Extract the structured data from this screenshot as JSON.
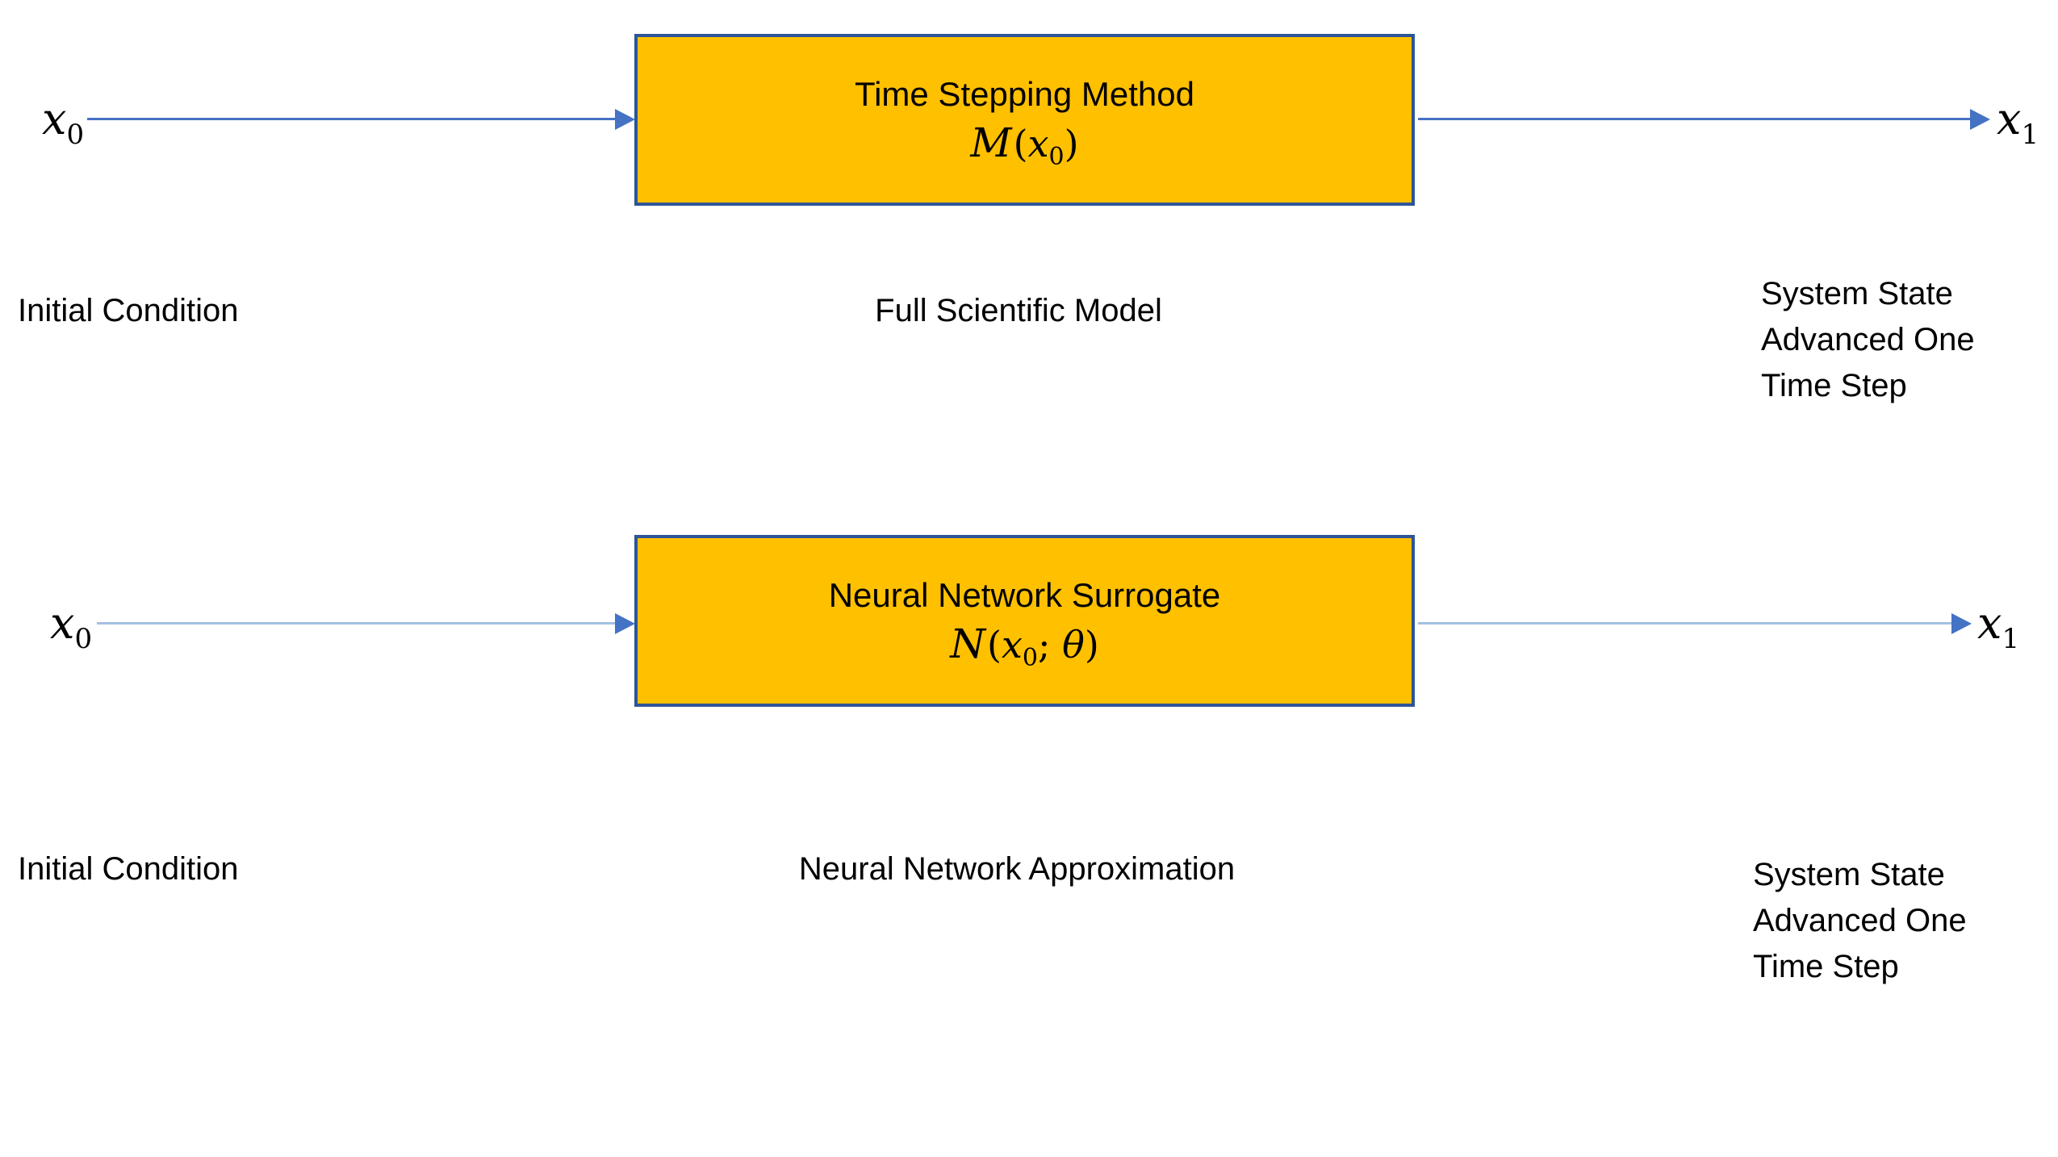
{
  "colors": {
    "page_bg": "#ffffff",
    "box_fill": "#FFC000",
    "box_border": "#2E5597",
    "arrow": "#4472C4",
    "arrow_light": "#A6BFE2",
    "text": "#000000"
  },
  "rows": [
    {
      "input_label": {
        "base": "x",
        "sub": "0",
        "text": "x₀"
      },
      "output_label": {
        "base": "x",
        "sub": "1",
        "text": "x₁"
      },
      "box": {
        "title": "Time Stepping Method",
        "formula": "ℳ(x₀)",
        "formula_parts": {
          "op": "M",
          "open": "(",
          "var": "x",
          "sub": "0",
          "close": ")"
        }
      },
      "captions": {
        "input": "Initial Condition",
        "box": "Full Scientific Model",
        "output_lines": [
          "System State",
          "Advanced One",
          "Time Step"
        ]
      }
    },
    {
      "input_label": {
        "base": "x",
        "sub": "0",
        "text": "x₀"
      },
      "output_label": {
        "base": "x",
        "sub": "1",
        "text": "x₁"
      },
      "box": {
        "title": "Neural Network Surrogate",
        "formula": "𝒩(x₀; θ)",
        "formula_parts": {
          "op": "N",
          "open": "(",
          "var": "x",
          "sub": "0",
          "sep": "; ",
          "param": "θ",
          "close": ")"
        }
      },
      "captions": {
        "input": "Initial Condition",
        "box": "Neural Network Approximation",
        "output_lines": [
          "System State",
          "Advanced One",
          "Time Step"
        ]
      }
    }
  ]
}
